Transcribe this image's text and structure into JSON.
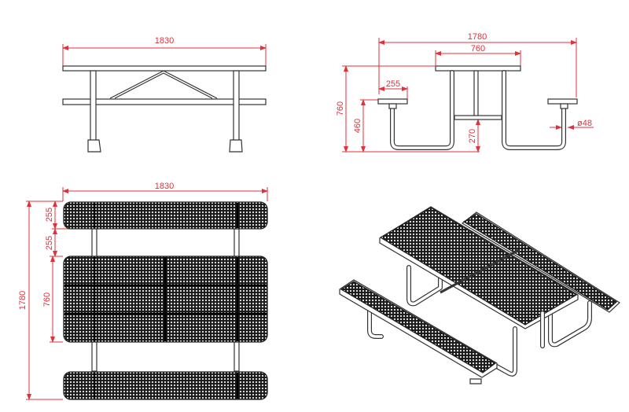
{
  "title": "Picnic table dimension drawing",
  "colors": {
    "dimension": "#e0303a",
    "outline": "#333333"
  },
  "front_view": {
    "length": "1830"
  },
  "side_view": {
    "overall_width": "1780",
    "table_width": "760",
    "seat_width": "255",
    "table_height": "760",
    "seat_height": "460",
    "crossbar_height": "270",
    "tube_diameter": "ø48"
  },
  "top_view": {
    "length": "1830",
    "overall_width": "1780",
    "seat_width": "255",
    "seat_gap": "255",
    "table_width": "760"
  }
}
